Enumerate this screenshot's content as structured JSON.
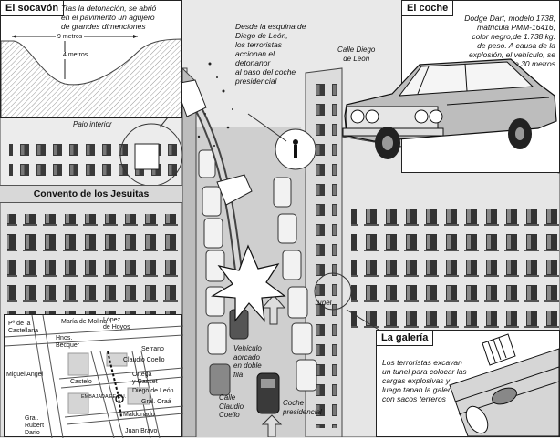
{
  "socavon": {
    "title": "El socavón",
    "caption": [
      "Tras la detonación, se abrió",
      "en el pavimento un agujero",
      "de grandes dimenciones"
    ],
    "width_label": "9 metros",
    "depth_label": "4 metros"
  },
  "coche_panel": {
    "title": "El coche",
    "caption": [
      "Dodge Dart, modelo 1738,",
      "matrícula PMM-16416,",
      "color negro,de 1.738 kg.",
      "de peso. A causa de la",
      "explosión, el vehículo, se",
      "elevó más de 30 metros"
    ]
  },
  "galeria": {
    "title": "La galería",
    "caption": [
      "Los terroristas excavan",
      "un tunel para colocar las",
      "cargas explosivas y",
      "luego tapan la galería",
      "con sacos terreros"
    ]
  },
  "scene": {
    "detonate_note": [
      "Desde la esquina de",
      "Diego de León,",
      "los terroristas",
      "accionan el",
      "detonanor",
      "al paso del coche",
      "presidencial"
    ],
    "street_diego": [
      "Calle Diego",
      "de León"
    ],
    "patio": "Paio interior",
    "convento": "Convento de los Jesuitas",
    "tunel": "Tunel",
    "vehiculo": [
      "Vehículo",
      "aorcado",
      "en doble",
      "fila"
    ],
    "calle_claudio": [
      "Calle",
      "Claudio",
      "Coello"
    ],
    "coche_presidencial": [
      "Coche",
      "presidencial"
    ]
  },
  "map": {
    "labels": {
      "maria": "María de Molina",
      "lopez": [
        "López",
        "de Hoyos"
      ],
      "castellana": [
        "Pº de la",
        "Castellana"
      ],
      "hnos": [
        "Hnos.",
        "Becquer"
      ],
      "serrano": "Serrano",
      "claudio": "Claudio Coello",
      "miguel": "Miguel Angel",
      "castelo": "Castelo",
      "ortega": [
        "Ortega",
        "y Gasset"
      ],
      "diego": "Diego de León",
      "embajada": "EMBAJADA EE.UU.",
      "oraa": "Gral. Oraá",
      "maldonado": "Maldonado",
      "rubert": [
        "Gral.",
        "Rubert",
        "Dario"
      ],
      "juan": "Juan Bravo"
    }
  }
}
